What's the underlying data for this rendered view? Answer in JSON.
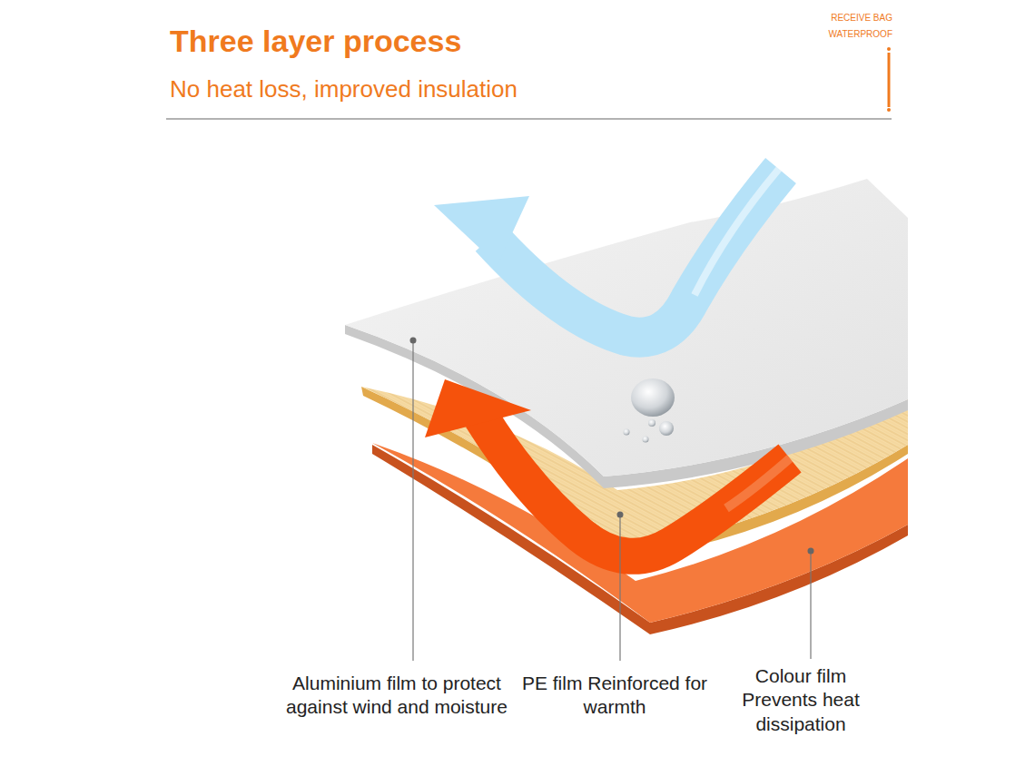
{
  "diagram": {
    "title": "Three layer process",
    "labels": [
      "No heat loss, improved insulation",
      "RECEIVE BAG",
      "WATERPROOF",
      "Aluminium film to protect against wind and moisture",
      "PE film Reinforced for warmth",
      "Colour film Prevents heat dissipation"
    ]
  }
}
